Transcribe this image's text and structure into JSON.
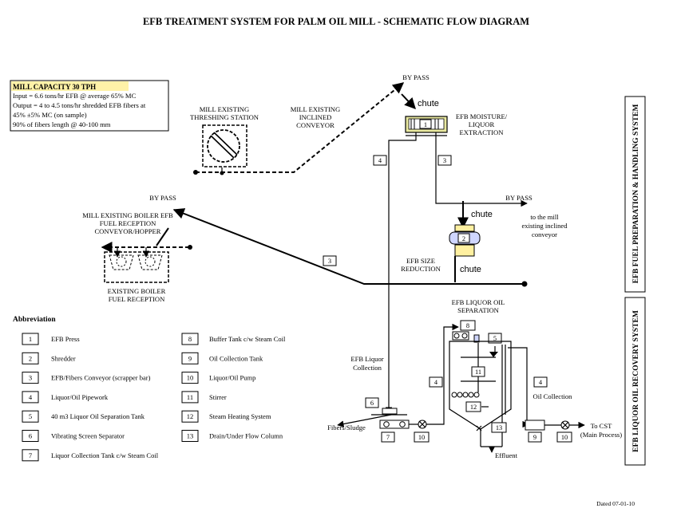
{
  "title": "EFB TREATMENT SYSTEM FOR PALM OIL MILL - SCHEMATIC FLOW DIAGRAM",
  "capacity": {
    "heading": "MILL CAPACITY 30 TPH",
    "lines": [
      "Input = 6.6 tons/hr EFB @ average 65% MC",
      "Output = 4 to 4.5 tons/hr shredded EFB fibers at",
      "45% ±5% MC (on sample)",
      "90% of fibers length @ 40-100 mm"
    ]
  },
  "labels": {
    "threshing": [
      "MILL EXISTING",
      "THRESHING STATION"
    ],
    "conveyor": [
      "MILL EXISTING",
      "INCLINED",
      "CONVEYOR"
    ],
    "bypass_top": "BY PASS",
    "chute_top": "chute",
    "moisture": [
      "EFB MOISTURE/",
      "LIQUOR",
      "EXTRACTION"
    ],
    "bypass_mid": "BY PASS",
    "chute_mid": "chute",
    "to_mill": [
      "to the mill",
      "existing inclined",
      "conveyor"
    ],
    "size_reduction": [
      "EFB SIZE",
      "REDUCTION"
    ],
    "chute_low": "chute",
    "bypass_left": "BY PASS",
    "boiler_hopper": [
      "MILL EXISTING BOILER EFB",
      "FUEL RECEPTION",
      "CONVEYOR/HOPPER"
    ],
    "existing_boiler": [
      "EXISTING BOILER",
      "FUEL RECEPTION"
    ],
    "liquor_collection": [
      "EFB Liquor",
      "Collection"
    ],
    "separation": [
      "EFB LIQUOR OIL",
      "SEPARATION"
    ],
    "oil_collection": "Oil Collection",
    "fibers_sludge": "Fibers/Sludge",
    "effluent": "Effluent",
    "to_cst": [
      "To CST",
      "(Main Process)"
    ],
    "side_top": "EFB FUEL PREPARATION & HANDLING SYSTEM",
    "side_bottom": "EFB LIQUOR OIL RECOVERY SYSTEM",
    "dated": "Dated 07-01-10"
  },
  "num_tags": {
    "press": "1",
    "shredder": "2",
    "pipe_a": "4",
    "conv_a": "3",
    "conv_b": "3",
    "liq_b": "4",
    "liq_c": "4",
    "steam8": "8",
    "tank5": "5",
    "stirrer11": "11",
    "steam12": "12",
    "drain13": "13",
    "screen6": "6",
    "coll7": "7",
    "pump10a": "10",
    "oiltank9": "9",
    "pump10b": "10"
  },
  "abbreviation": {
    "heading": "Abbreviation",
    "left": [
      {
        "num": "1",
        "text": "EFB Press"
      },
      {
        "num": "2",
        "text": "Shredder"
      },
      {
        "num": "3",
        "text": "EFB/Fibers Conveyor (scrapper bar)"
      },
      {
        "num": "4",
        "text": "Liquor/Oil Pipework"
      },
      {
        "num": "5",
        "text": "40 m3 Liquor Oil Separation Tank"
      },
      {
        "num": "6",
        "text": "Vibrating Screen Separator"
      },
      {
        "num": "7",
        "text": "Liquor Collection Tank c/w Steam Coil"
      }
    ],
    "right": [
      {
        "num": "8",
        "text": "Buffer Tank c/w Steam Coil"
      },
      {
        "num": "9",
        "text": "Oil Collection Tank"
      },
      {
        "num": "10",
        "text": "Liquor/Oil Pump"
      },
      {
        "num": "11",
        "text": "Stirrer"
      },
      {
        "num": "12",
        "text": "Steam Heating System"
      },
      {
        "num": "13",
        "text": "Drain/Under Flow Column"
      }
    ]
  },
  "colors": {
    "highlight": "#fff2a8",
    "press_fill": "#e9e9a0",
    "shredder_fill": "#fff0a0",
    "separator_fill": "#cfd6ff"
  }
}
